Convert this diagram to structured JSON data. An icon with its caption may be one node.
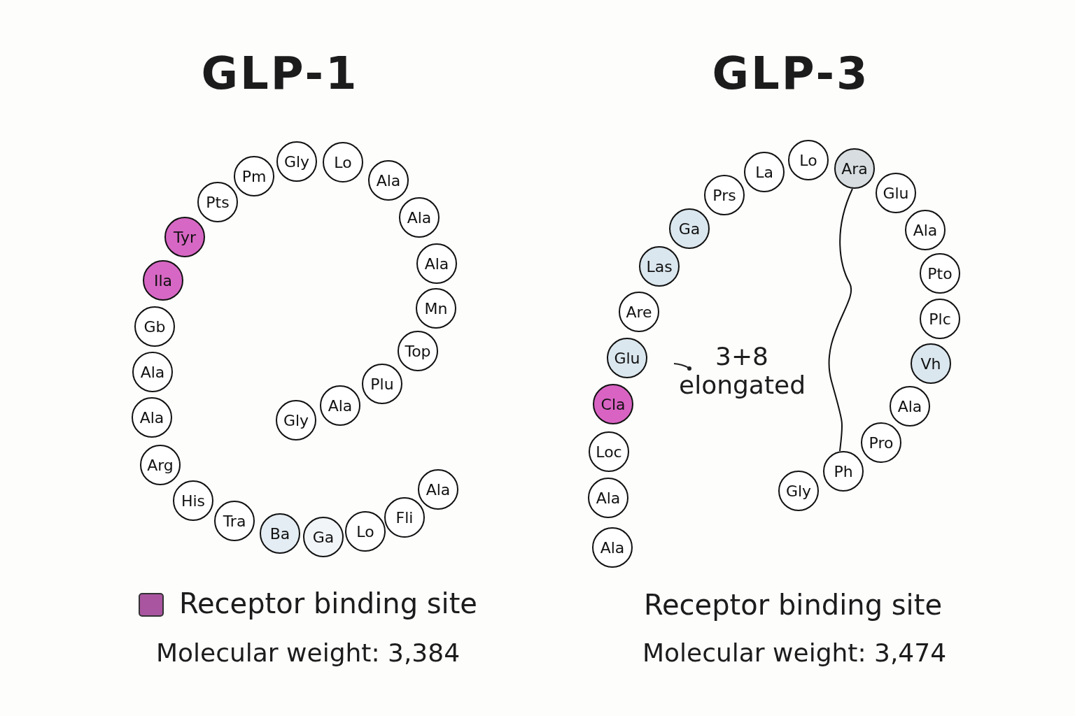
{
  "diagram": {
    "nodes": [
      {
        "text": [
          "Ala"
        ]
      },
      {
        "text": [
          "Fli"
        ]
      },
      {
        "text": [
          "Lo"
        ]
      },
      {
        "text": [
          "Ga"
        ]
      },
      {
        "text": [
          "Ba"
        ]
      },
      {
        "text": [
          "Tra"
        ]
      },
      {
        "text": [
          "His"
        ]
      },
      {
        "text": [
          "Arg"
        ]
      },
      {
        "text": [
          "Ala"
        ]
      },
      {
        "text": [
          "Ala"
        ]
      },
      {
        "text": [
          "Gb"
        ]
      },
      {
        "text": [
          "Ila"
        ]
      },
      {
        "text": [
          "Tyr"
        ]
      },
      {
        "text": [
          "Pts"
        ]
      },
      {
        "text": [
          "Pm"
        ]
      },
      {
        "text": [
          "Gly"
        ]
      },
      {
        "text": [
          "Lo"
        ]
      },
      {
        "text": [
          "Ala"
        ]
      },
      {
        "text": [
          "Ala"
        ]
      },
      {
        "text": [
          "Ala"
        ]
      },
      {
        "text": [
          "Mn"
        ]
      },
      {
        "text": [
          "Top"
        ]
      },
      {
        "text": [
          "Plu"
        ]
      },
      {
        "text": [
          "Ala"
        ]
      },
      {
        "text": [
          "Gly"
        ]
      },
      {
        "text": [
          "Ala"
        ]
      },
      {
        "text": [
          "Ala"
        ]
      },
      {
        "text": [
          "Loc"
        ]
      },
      {
        "text": [
          "Cla"
        ]
      },
      {
        "text": [
          "Glu"
        ]
      },
      {
        "text": [
          "Are"
        ]
      },
      {
        "text": [
          "Las"
        ]
      },
      {
        "text": [
          "Ga"
        ]
      },
      {
        "text": [
          "Prs"
        ]
      },
      {
        "text": [
          "La"
        ]
      },
      {
        "text": [
          "Lo"
        ]
      },
      {
        "text": [
          "Ara"
        ]
      },
      {
        "text": [
          "Glu"
        ]
      },
      {
        "text": [
          "Ala"
        ]
      },
      {
        "text": [
          "Pto"
        ]
      },
      {
        "text": [
          "Plc"
        ]
      },
      {
        "text": [
          "Vh"
        ]
      },
      {
        "text": [
          "Ala"
        ]
      },
      {
        "text": [
          "Pro"
        ]
      },
      {
        "text": [
          "Ph"
        ]
      },
      {
        "text": [
          "Gly"
        ]
      }
    ],
    "edges": [
      {
        "from": 36,
        "to": 44,
        "arrow": "none"
      }
    ],
    "labels": [
      "GLP-1",
      "GLP-3",
      "3+8 elongated",
      "Receptor binding site",
      "Molecular weight: 3,384",
      "Molecular weight: 3,474"
    ],
    "legend": [
      {
        "text": "Receptor binding site",
        "color": "#a9559f"
      }
    ]
  }
}
